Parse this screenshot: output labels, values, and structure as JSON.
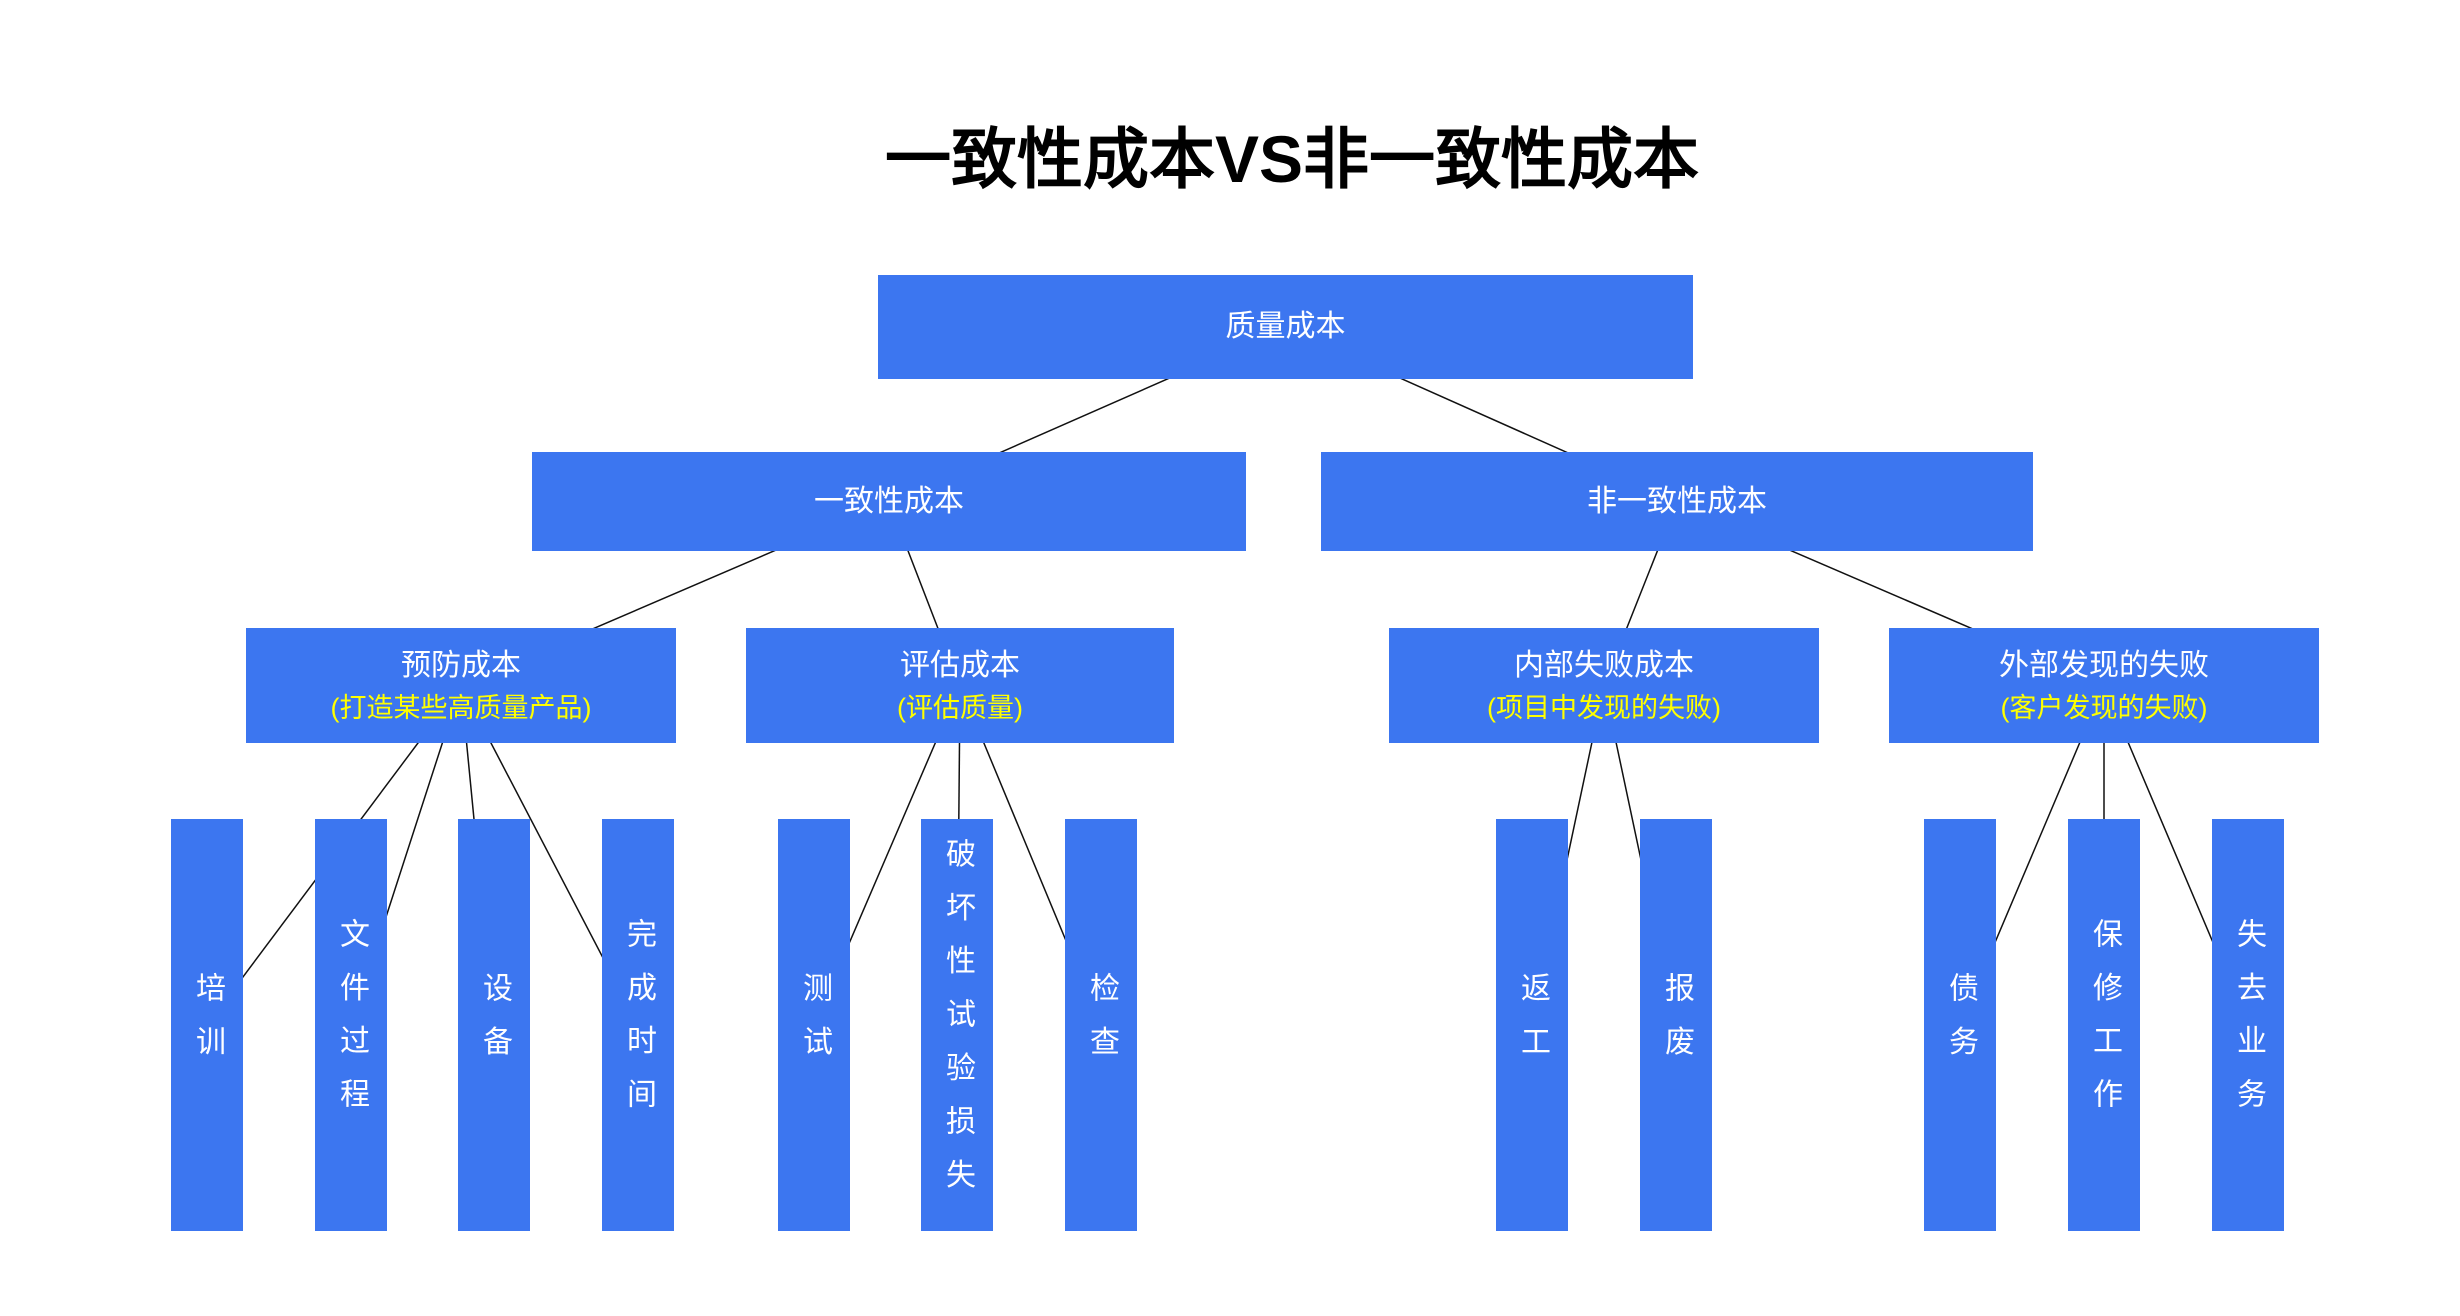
{
  "title": "一致性成本VS非一致性成本",
  "colors": {
    "background": "#ffffff",
    "box": "#3C76F0",
    "text": "#ffffff",
    "subtitle": "#FFFF00",
    "line": "#111111"
  },
  "tree": {
    "root": {
      "label": "质量成本"
    },
    "level2": [
      {
        "label": "一致性成本"
      },
      {
        "label": "非一致性成本"
      }
    ],
    "level3": [
      {
        "title": "预防成本",
        "subtitle": "(打造某些高质量产品)"
      },
      {
        "title": "评估成本",
        "subtitle": "(评估质量)"
      },
      {
        "title": "内部失败成本",
        "subtitle": "(项目中发现的失败)"
      },
      {
        "title": "外部发现的失败",
        "subtitle": "(客户发现的失败)"
      }
    ],
    "leaves": [
      {
        "label": "培训"
      },
      {
        "label": "文件过程"
      },
      {
        "label": "设备"
      },
      {
        "label": "完成时间"
      },
      {
        "label": "测试"
      },
      {
        "label": "破坏性试验损失"
      },
      {
        "label": "检查"
      },
      {
        "label": "返工"
      },
      {
        "label": "报废"
      },
      {
        "label": "债务"
      },
      {
        "label": "保修工作"
      },
      {
        "label": "失去业务"
      }
    ]
  }
}
